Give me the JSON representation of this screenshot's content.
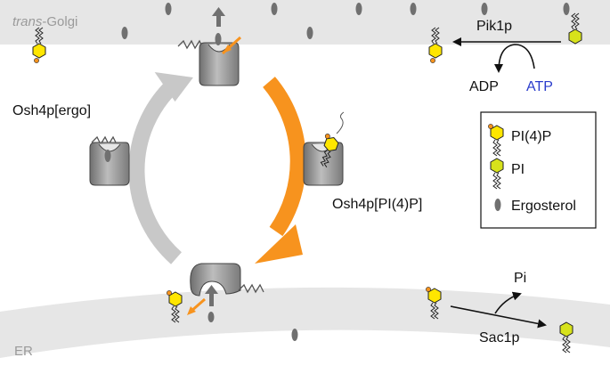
{
  "compartments": {
    "golgi_prefix": "trans",
    "golgi_suffix": "-Golgi",
    "er": "ER"
  },
  "labels": {
    "osh4_ergo": "Osh4p[ergo]",
    "osh4_pi4p": "Osh4p[PI(4)P]",
    "pik1p": "Pik1p",
    "adp": "ADP",
    "atp": "ATP",
    "sac1p": "Sac1p",
    "pi": "Pi"
  },
  "legend": {
    "items": [
      {
        "symbol": "pi4p",
        "label": "PI(4)P"
      },
      {
        "symbol": "pi",
        "label": "PI"
      },
      {
        "symbol": "ergosterol",
        "label": "Ergosterol"
      }
    ]
  },
  "colors": {
    "membrane": "#e6e6e6",
    "cycle_gray": "#c8c8c8",
    "cycle_orange": "#f7931e",
    "protein": "#8c8c8c",
    "pi4p_yellow": "#ffe600",
    "pi_green": "#d7e21b",
    "ergosterol": "#707070",
    "atp_blue": "#2a3ccc"
  }
}
